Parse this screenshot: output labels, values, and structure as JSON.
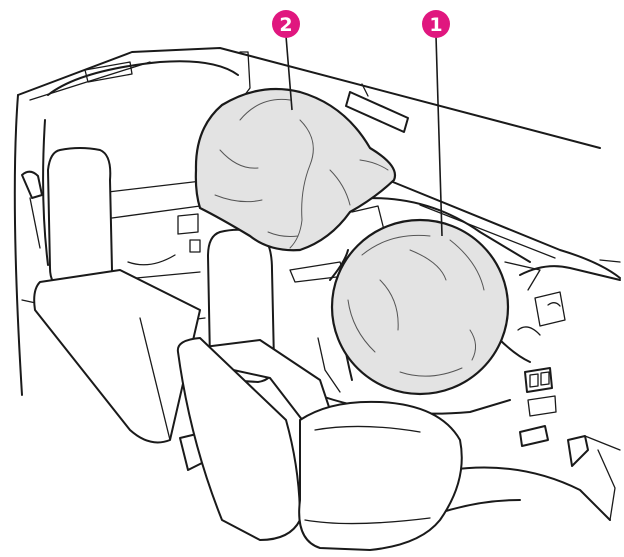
{
  "callouts": [
    {
      "id": "1",
      "label": "1",
      "part": "driver-airbag"
    },
    {
      "id": "2",
      "label": "2",
      "part": "passenger-airbag"
    }
  ],
  "colors": {
    "callout_fill": "#e0177f",
    "airbag_fill": "#e3e3e3",
    "line": "#1a1a1a",
    "background": "#ffffff"
  }
}
